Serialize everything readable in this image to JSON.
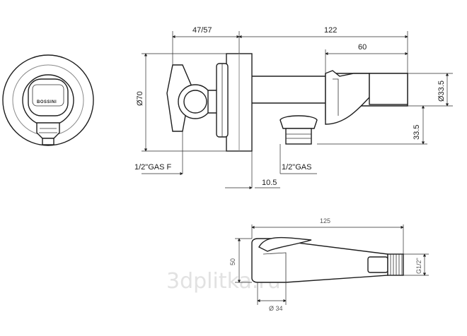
{
  "front_view": {
    "brand_text": "BOSSINI"
  },
  "side_view": {
    "dim_top_left": "47/57",
    "dim_overall": "122",
    "dim_spout": "60",
    "dim_diameter_plate": "Ø70",
    "dim_diameter_spout": "Ø33.5",
    "dim_outlet_height": "33.5",
    "dim_outlet_offset": "10.5",
    "label_inlet": "1/2\"GAS F",
    "label_outlet": "1/2\"GAS"
  },
  "handshower_view": {
    "dim_length": "125",
    "dim_height": "50",
    "dim_diameter": "Ø 34",
    "dim_thread": "G1/2\""
  },
  "watermark": "3dplitka.ru"
}
